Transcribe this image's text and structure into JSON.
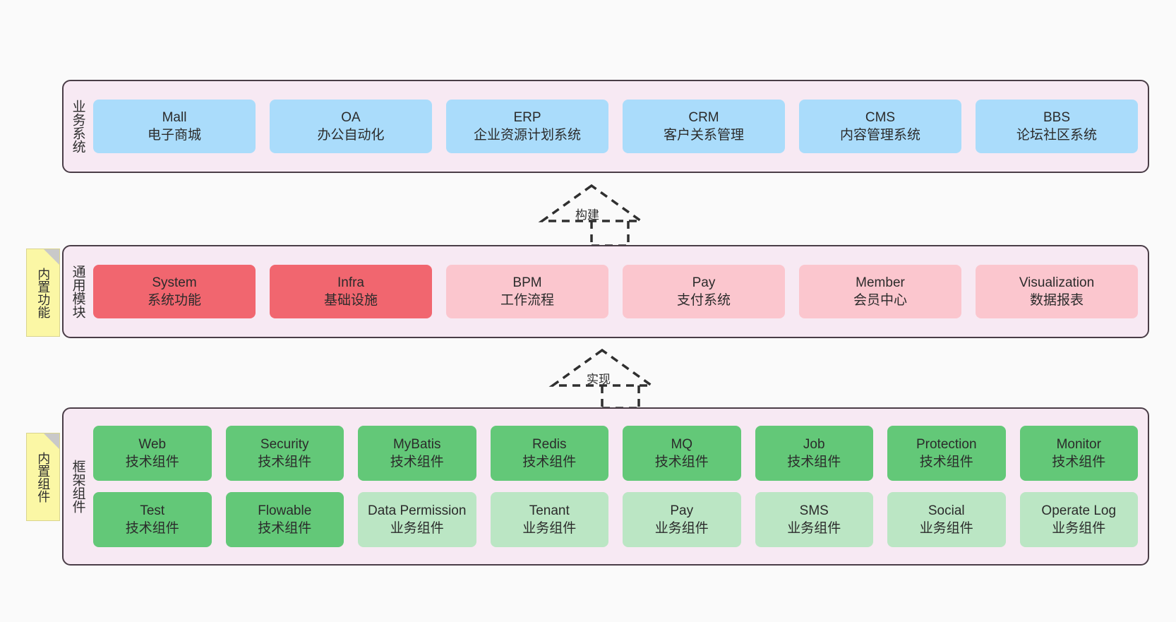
{
  "layers": [
    {
      "id": "business-systems",
      "title": "业务系统",
      "rows": [
        [
          {
            "name": "Mall",
            "desc": "电子商城",
            "color": "#aadcfb"
          },
          {
            "name": "OA",
            "desc": "办公自动化",
            "color": "#aadcfb"
          },
          {
            "name": "ERP",
            "desc": "企业资源计划系统",
            "color": "#aadcfb"
          },
          {
            "name": "CRM",
            "desc": "客户关系管理",
            "color": "#aadcfb"
          },
          {
            "name": "CMS",
            "desc": "内容管理系统",
            "color": "#aadcfb"
          },
          {
            "name": "BBS",
            "desc": "论坛社区系统",
            "color": "#aadcfb"
          }
        ]
      ]
    },
    {
      "id": "common-modules",
      "title": "通用模块",
      "note": "内置功能",
      "rows": [
        [
          {
            "name": "System",
            "desc": "系统功能",
            "color": "#f1666f"
          },
          {
            "name": "Infra",
            "desc": "基础设施",
            "color": "#f1666f"
          },
          {
            "name": "BPM",
            "desc": "工作流程",
            "color": "#fbc6ce"
          },
          {
            "name": "Pay",
            "desc": "支付系统",
            "color": "#fbc6ce"
          },
          {
            "name": "Member",
            "desc": "会员中心",
            "color": "#fbc6ce"
          },
          {
            "name": "Visualization",
            "desc": "数据报表",
            "color": "#fbc6ce"
          }
        ]
      ]
    },
    {
      "id": "framework-components",
      "title": "框架组件",
      "note": "内置组件",
      "rows": [
        [
          {
            "name": "Web",
            "desc": "技术组件",
            "color": "#63c878"
          },
          {
            "name": "Security",
            "desc": "技术组件",
            "color": "#63c878"
          },
          {
            "name": "MyBatis",
            "desc": "技术组件",
            "color": "#63c878"
          },
          {
            "name": "Redis",
            "desc": "技术组件",
            "color": "#63c878"
          },
          {
            "name": "MQ",
            "desc": "技术组件",
            "color": "#63c878"
          },
          {
            "name": "Job",
            "desc": "技术组件",
            "color": "#63c878"
          },
          {
            "name": "Protection",
            "desc": "技术组件",
            "color": "#63c878"
          },
          {
            "name": "Monitor",
            "desc": "技术组件",
            "color": "#63c878"
          }
        ],
        [
          {
            "name": "Test",
            "desc": "技术组件",
            "color": "#63c878"
          },
          {
            "name": "Flowable",
            "desc": "技术组件",
            "color": "#63c878"
          },
          {
            "name": "Data Permission",
            "desc": "业务组件",
            "color": "#bbe6c4"
          },
          {
            "name": "Tenant",
            "desc": "业务组件",
            "color": "#bbe6c4"
          },
          {
            "name": "Pay",
            "desc": "业务组件",
            "color": "#bbe6c4"
          },
          {
            "name": "SMS",
            "desc": "业务组件",
            "color": "#bbe6c4"
          },
          {
            "name": "Social",
            "desc": "业务组件",
            "color": "#bbe6c4"
          },
          {
            "name": "Operate Log",
            "desc": "业务组件",
            "color": "#bbe6c4"
          }
        ]
      ]
    }
  ],
  "arrows": [
    {
      "id": "build",
      "label": "构建"
    },
    {
      "id": "realize",
      "label": "实现"
    }
  ],
  "colors": {
    "background": "#fafafa",
    "panel_fill": "#f7e9f3",
    "panel_border": "#4a3d47",
    "note_fill": "#fbf7a5",
    "note_fold": "#c9c9c9",
    "arrow_stroke": "#2f2f2f",
    "blue": "#aadcfb",
    "red": "#f1666f",
    "pink": "#fbc6ce",
    "green": "#63c878",
    "light_green": "#bbe6c4"
  }
}
